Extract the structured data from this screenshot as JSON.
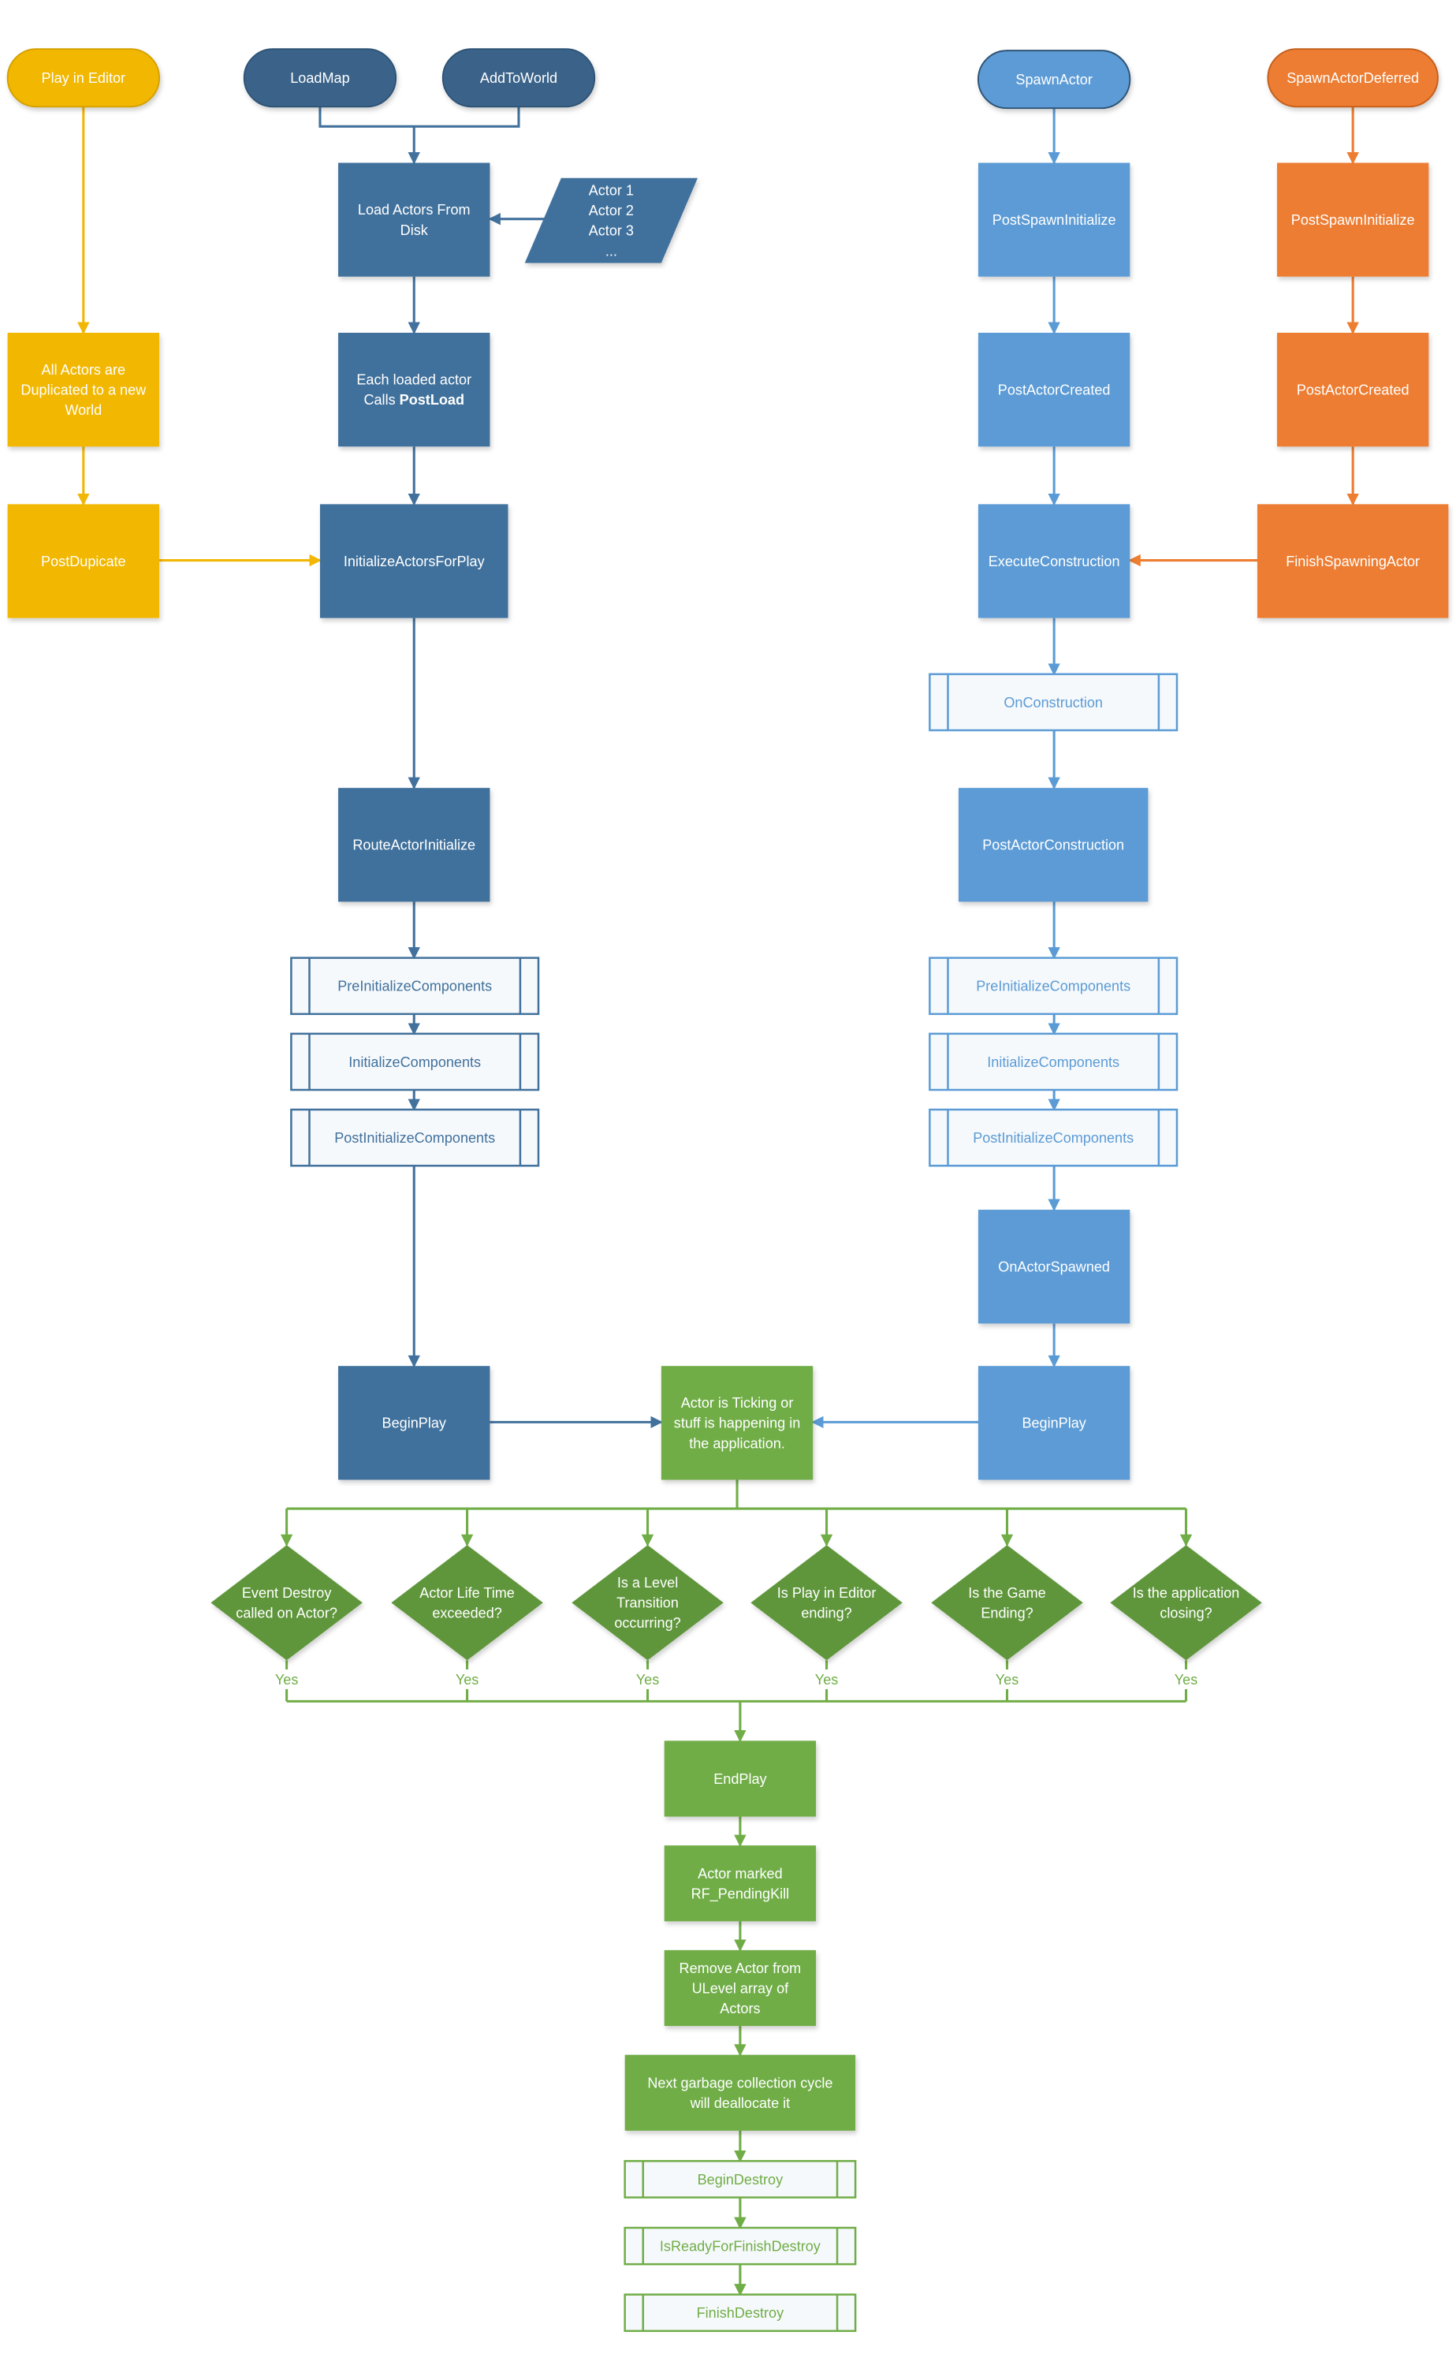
{
  "colors": {
    "yellow": "#f2b705",
    "dark_blue": "#41719c",
    "oval_blue": "#3a6389",
    "light_blue": "#5b9bd5",
    "orange": "#ed7d31",
    "green": "#70ad47",
    "diamond_green": "#5f963a"
  },
  "nodes": {
    "pie": {
      "lines": [
        "Play in Editor"
      ]
    },
    "loadmap": {
      "lines": [
        "LoadMap"
      ]
    },
    "addtoworld": {
      "lines": [
        "AddToWorld"
      ]
    },
    "load_actors": {
      "lines": [
        "Load Actors From",
        "Disk"
      ]
    },
    "actor_list": {
      "lines": [
        "Actor 1",
        "Actor 2",
        "Actor 3",
        "..."
      ]
    },
    "each_loaded": {
      "lines": [
        "Each loaded actor",
        "Calls "
      ],
      "bold": "PostLoad"
    },
    "dup": {
      "lines": [
        "All Actors are",
        "Duplicated to a new",
        "World"
      ]
    },
    "postdup": {
      "lines": [
        "PostDupicate"
      ]
    },
    "init_play": {
      "lines": [
        "InitializeActorsForPlay"
      ]
    },
    "route": {
      "lines": [
        "RouteActorInitialize"
      ]
    },
    "l_pre": {
      "lines": [
        "PreInitializeComponents"
      ]
    },
    "l_init": {
      "lines": [
        "InitializeComponents"
      ]
    },
    "l_post": {
      "lines": [
        "PostInitializeComponents"
      ]
    },
    "l_begin": {
      "lines": [
        "BeginPlay"
      ]
    },
    "tick": {
      "lines": [
        "Actor is Ticking or",
        "stuff is happening in",
        "the application."
      ]
    },
    "r_spawn": {
      "lines": [
        "SpawnActor"
      ]
    },
    "r_psi": {
      "lines": [
        "PostSpawnInitialize"
      ]
    },
    "r_pac": {
      "lines": [
        "PostActorCreated"
      ]
    },
    "r_exec": {
      "lines": [
        "ExecuteConstruction"
      ]
    },
    "r_oncons": {
      "lines": [
        "OnConstruction"
      ]
    },
    "r_pacons": {
      "lines": [
        "PostActorConstruction"
      ]
    },
    "r_pre": {
      "lines": [
        "PreInitializeComponents"
      ]
    },
    "r_init": {
      "lines": [
        "InitializeComponents"
      ]
    },
    "r_post": {
      "lines": [
        "PostInitializeComponents"
      ]
    },
    "r_ospawn": {
      "lines": [
        "OnActorSpawned"
      ]
    },
    "r_begin": {
      "lines": [
        "BeginPlay"
      ]
    },
    "o_sad": {
      "lines": [
        "SpawnActorDeferred"
      ]
    },
    "o_psi": {
      "lines": [
        "PostSpawnInitialize"
      ]
    },
    "o_pac": {
      "lines": [
        "PostActorCreated"
      ]
    },
    "o_finish": {
      "lines": [
        "FinishSpawningActor"
      ]
    },
    "d0": {
      "lines": [
        "Event Destroy",
        "called on Actor?"
      ]
    },
    "d1": {
      "lines": [
        "Actor Life Time",
        "exceeded?"
      ]
    },
    "d2": {
      "lines": [
        "Is a Level",
        "Transition",
        "occurring?"
      ]
    },
    "d3": {
      "lines": [
        "Is Play in Editor",
        "ending?"
      ]
    },
    "d4": {
      "lines": [
        "Is the Game",
        "Ending?"
      ]
    },
    "d5": {
      "lines": [
        "Is the application",
        "closing?"
      ]
    },
    "endplay": {
      "lines": [
        "EndPlay"
      ]
    },
    "marked": {
      "lines": [
        "Actor marked",
        "RF_PendingKill"
      ]
    },
    "remove": {
      "lines": [
        "Remove Actor from",
        "ULevel array of",
        "Actors"
      ]
    },
    "gc": {
      "lines": [
        "Next garbage collection cycle",
        "will deallocate it"
      ]
    },
    "bd": {
      "lines": [
        "BeginDestroy"
      ]
    },
    "ir": {
      "lines": [
        "IsReadyForFinishDestroy"
      ]
    },
    "fd": {
      "lines": [
        "FinishDestroy"
      ]
    }
  },
  "yes_label": "Yes"
}
